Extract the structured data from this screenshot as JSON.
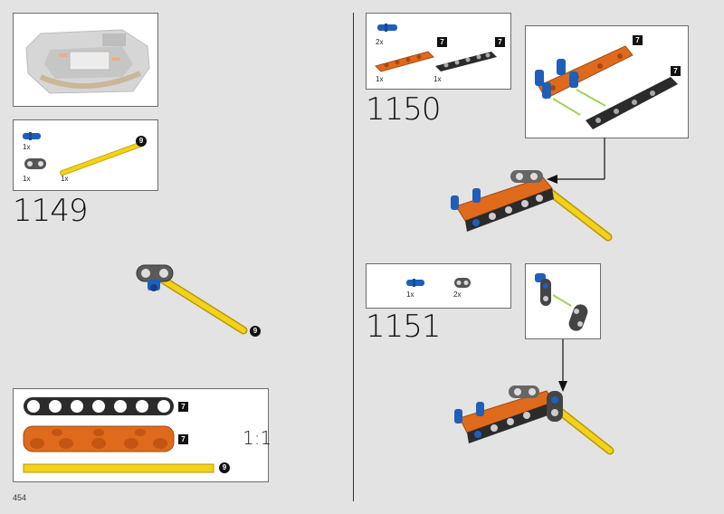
{
  "page": {
    "number": "454"
  },
  "steps": {
    "s1149": "1149",
    "s1150": "1150",
    "s1151": "1151"
  },
  "parts_1149": {
    "blue_pin_qty": "1x",
    "connector_qty": "1x",
    "axle_qty": "1x",
    "axle_badge": "9"
  },
  "parts_1150": {
    "blue_pin_qty": "2x",
    "orange_beam_qty": "1x",
    "orange_beam_badge": "7",
    "black_beam_qty": "1x",
    "black_beam_badge": "7"
  },
  "parts_1151": {
    "blue_pin_qty": "1x",
    "connector_qty": "2x"
  },
  "callout_1150": {
    "orange_badge": "7",
    "black_badge": "7"
  },
  "assembly_1149": {
    "axle_badge": "9"
  },
  "ruler": {
    "black_beam_badge": "7",
    "orange_beam_badge": "7",
    "axle_badge": "9",
    "scale": "1:1"
  },
  "colors": {
    "orange": "#e06a1c",
    "blue": "#1f5fb8",
    "yellow": "#f2d21a",
    "black": "#2b2b2b",
    "grey": "#9a9a9a"
  }
}
